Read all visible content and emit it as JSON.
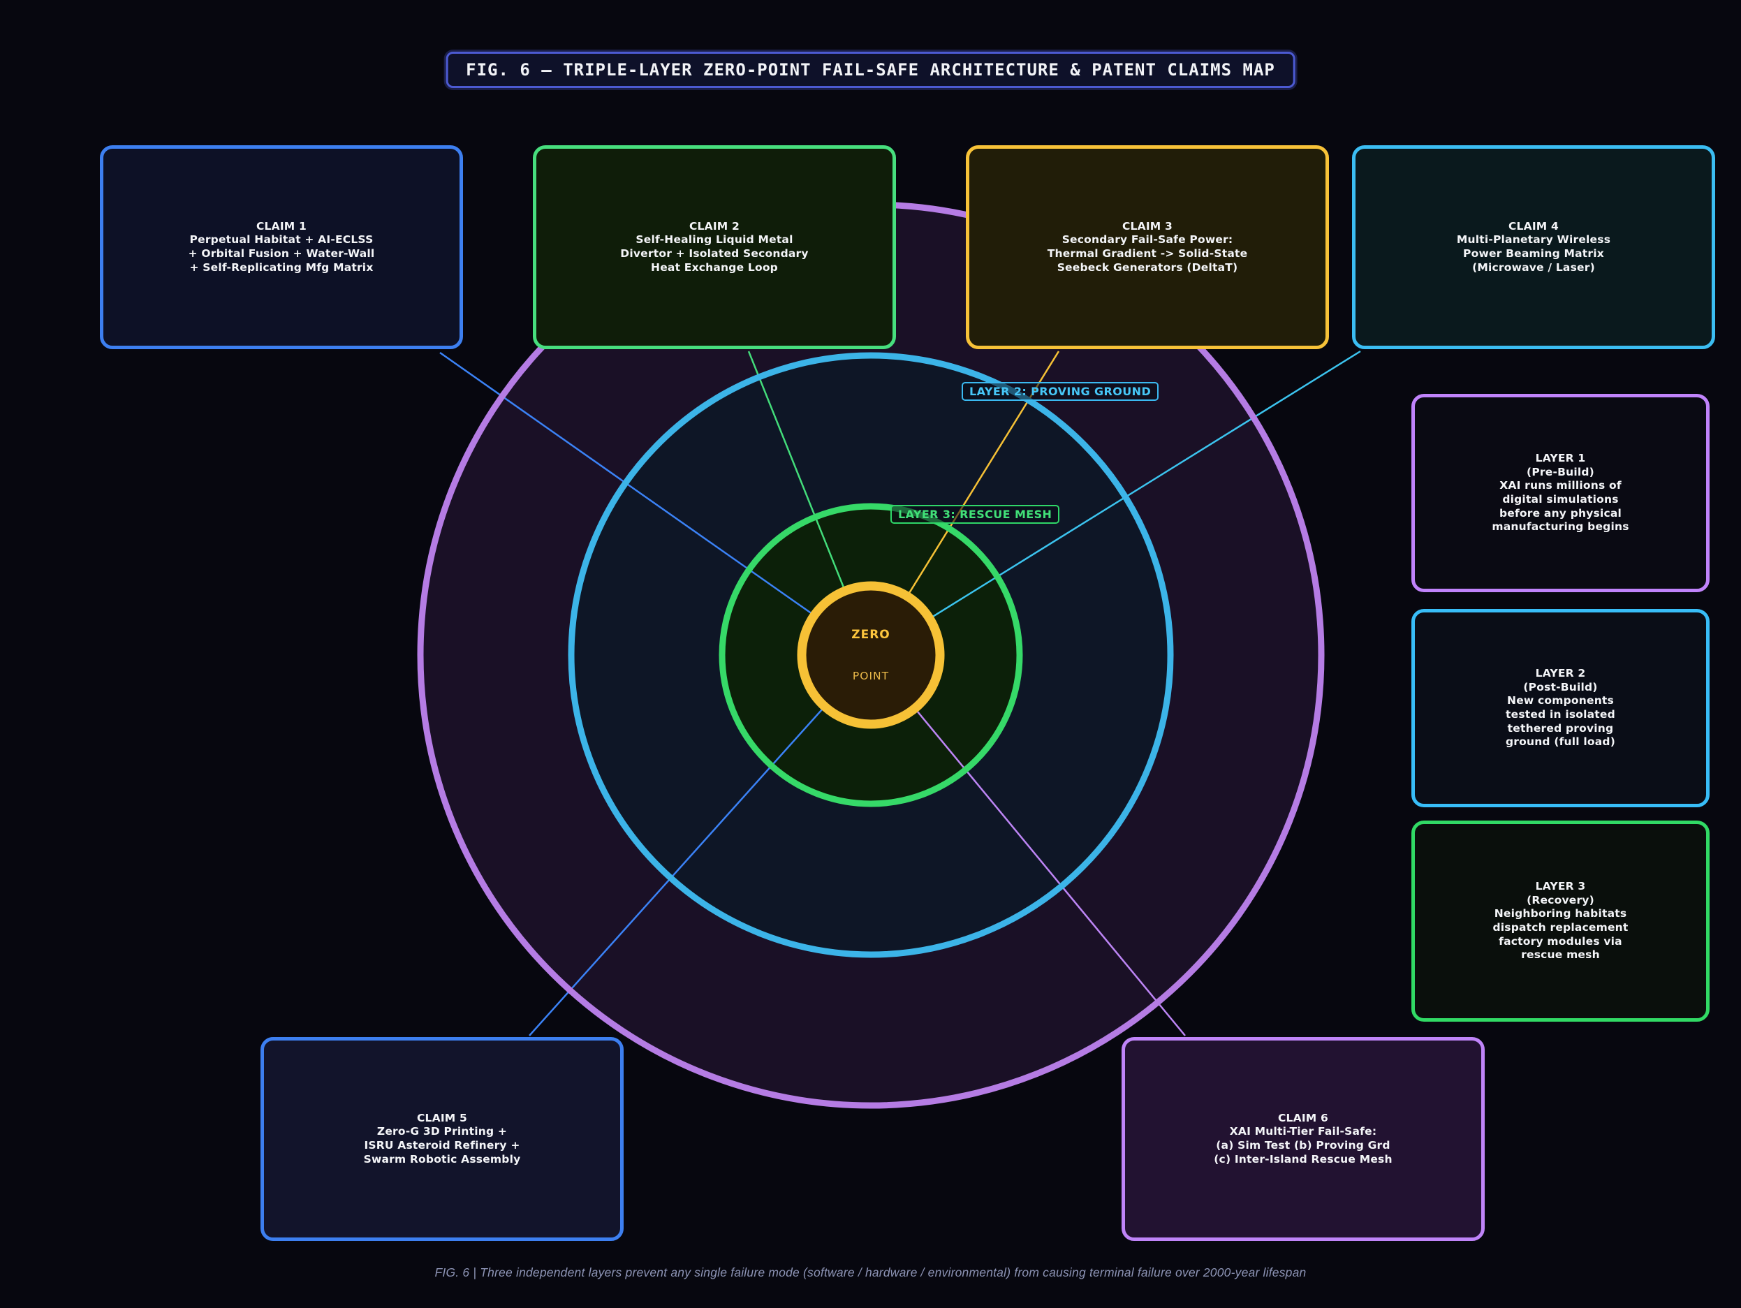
{
  "figure": {
    "title": "FIG. 6  —  TRIPLE-LAYER ZERO-POINT FAIL-SAFE ARCHITECTURE & PATENT CLAIMS MAP",
    "caption": "FIG. 6  |  Three independent layers prevent any single failure mode (software / hardware / environmental) from causing terminal failure over 2000-year lifespan"
  },
  "core": {
    "line1": "ZERO",
    "line2": "POINT"
  },
  "ring_tags": {
    "layer2": "LAYER 2: PROVING GROUND",
    "layer3": "LAYER 3: RESCUE MESH"
  },
  "claims": [
    {
      "name": "claim-1",
      "accent": "#3d7ff0",
      "bg": "#0d1126",
      "text": "CLAIM 1\nPerpetual Habitat + AI-ECLSS\n+ Orbital Fusion + Water-Wall\n+ Self-Replicating Mfg Matrix"
    },
    {
      "name": "claim-2",
      "accent": "#47de7e",
      "bg": "#0f1d09",
      "text": "CLAIM 2\nSelf-Healing Liquid Metal\nDivertor + Isolated Secondary\nHeat Exchange Loop"
    },
    {
      "name": "claim-3",
      "accent": "#f7c238",
      "bg": "#211d08",
      "text": "CLAIM 3\nSecondary Fail-Safe Power:\nThermal Gradient -> Solid-State\nSeebeck Generators (DeltaT)"
    },
    {
      "name": "claim-4",
      "accent": "#3bbdf2",
      "bg": "#0a191d",
      "text": "CLAIM 4\nMulti-Planetary Wireless\nPower Beaming Matrix\n(Microwave / Laser)"
    },
    {
      "name": "claim-5",
      "accent": "#3d7ff0",
      "bg": "#12142b",
      "text": "CLAIM 5\nZero-G 3D Printing +\nISRU Asteroid Refinery +\nSwarm Robotic Assembly"
    },
    {
      "name": "claim-6",
      "accent": "#bf84f8",
      "bg": "#221231",
      "text": "CLAIM 6\nXAI Multi-Tier Fail-Safe:\n(a) Sim Test (b) Proving Grd\n(c) Inter-Island Rescue Mesh"
    }
  ],
  "layers": [
    {
      "name": "layer-1",
      "accent": "#c083fb",
      "bg": "#0a0a13",
      "text": "LAYER 1\n(Pre-Build)\nXAI runs millions of\ndigital simulations\nbefore any physical\nmanufacturing begins"
    },
    {
      "name": "layer-2",
      "accent": "#38bdf8",
      "bg": "#0a0d17",
      "text": "LAYER 2\n(Post-Build)\nNew components\ntested in isolated\ntethered proving\nground (full load)"
    },
    {
      "name": "layer-3",
      "accent": "#31da65",
      "bg": "#0a0f0c",
      "text": "LAYER 3\n(Recovery)\nNeighboring habitats\ndispatch replacement\nfactory modules via\nrescue mesh"
    }
  ],
  "colors": {
    "background": "#07070f",
    "ring_outer_stroke": "#b57ce4",
    "ring_outer_fill": "#1a1026",
    "ring_middle_stroke": "#3cb4e8",
    "ring_middle_fill": "#0e1626",
    "ring_inner_stroke": "#36d968",
    "ring_inner_fill": "#0c2009",
    "core_stroke": "#f6c136",
    "core_fill": "#2a1c06",
    "connector_claim1": "#3b82f6",
    "connector_claim2": "#43dc7a",
    "connector_claim3": "#f6c136",
    "connector_claim4": "#3cc4ef",
    "connector_claim5": "#3b82f6",
    "connector_claim6": "#bd85f5"
  }
}
